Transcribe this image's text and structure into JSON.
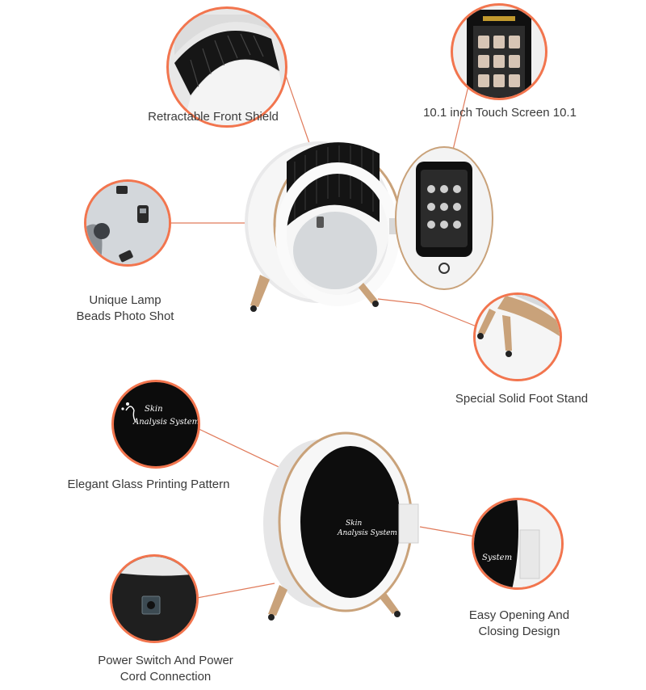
{
  "labels": {
    "front_shield": "Retractable Front Shield",
    "touch_screen": "10.1 inch Touch Screen 10.1",
    "lamp_line1": "Unique Lamp",
    "lamp_line2": "Beads Photo Shot",
    "foot_stand": "Special Solid Foot Stand",
    "glass_pattern": "Elegant Glass Printing Pattern",
    "opening_line1": "Easy Opening And",
    "opening_line2": "Closing Design",
    "power_line1": "Power Switch And Power",
    "power_line2": "Cord Connection"
  },
  "glass_print": {
    "line1": "Skin",
    "line2": "Analysis System"
  },
  "glass_print_partial": "System",
  "colors": {
    "callout_ring": "#f2754e",
    "leader_line": "#e07a5a",
    "device_gold": "#c9a27a",
    "device_white": "#f4f4f4",
    "glass_black": "#0d0d0d"
  }
}
